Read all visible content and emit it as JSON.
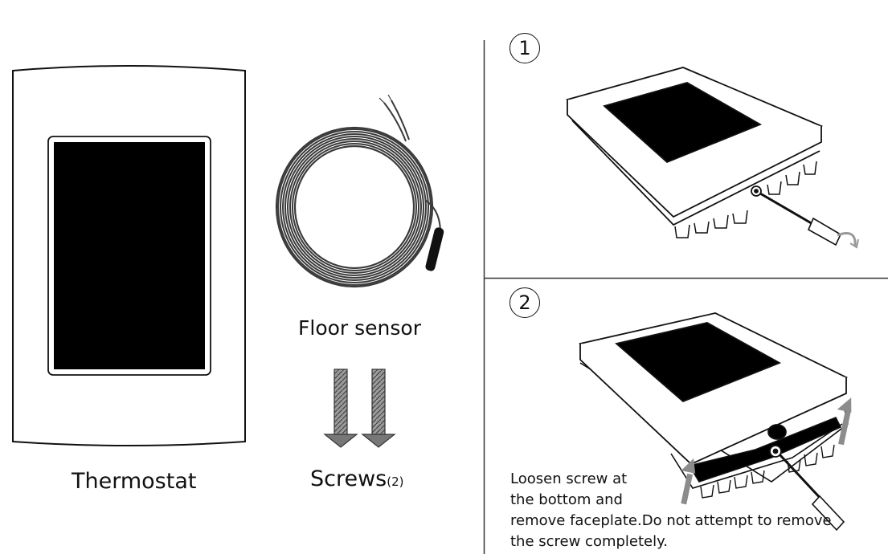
{
  "parts": {
    "thermostat_label": "Thermostat",
    "floor_sensor_label": "Floor sensor",
    "screws_label": "Screws",
    "screws_count": "(2)"
  },
  "steps": [
    {
      "number": "1"
    },
    {
      "number": "2"
    }
  ],
  "instruction": {
    "line1": "Loosen screw at",
    "line2": "the bottom and",
    "line3": "remove faceplate.Do not attempt to remove",
    "line4": "the screw completely."
  },
  "colors": {
    "screen": "#000000",
    "arrow": "#8c8c8c",
    "cable": "#555555",
    "divider": "#333333"
  },
  "icons": [
    "thermostat-device",
    "floor-sensor-coil",
    "screw-icon",
    "step-circle",
    "upward-arrow-icon",
    "screwdriver-icon"
  ]
}
